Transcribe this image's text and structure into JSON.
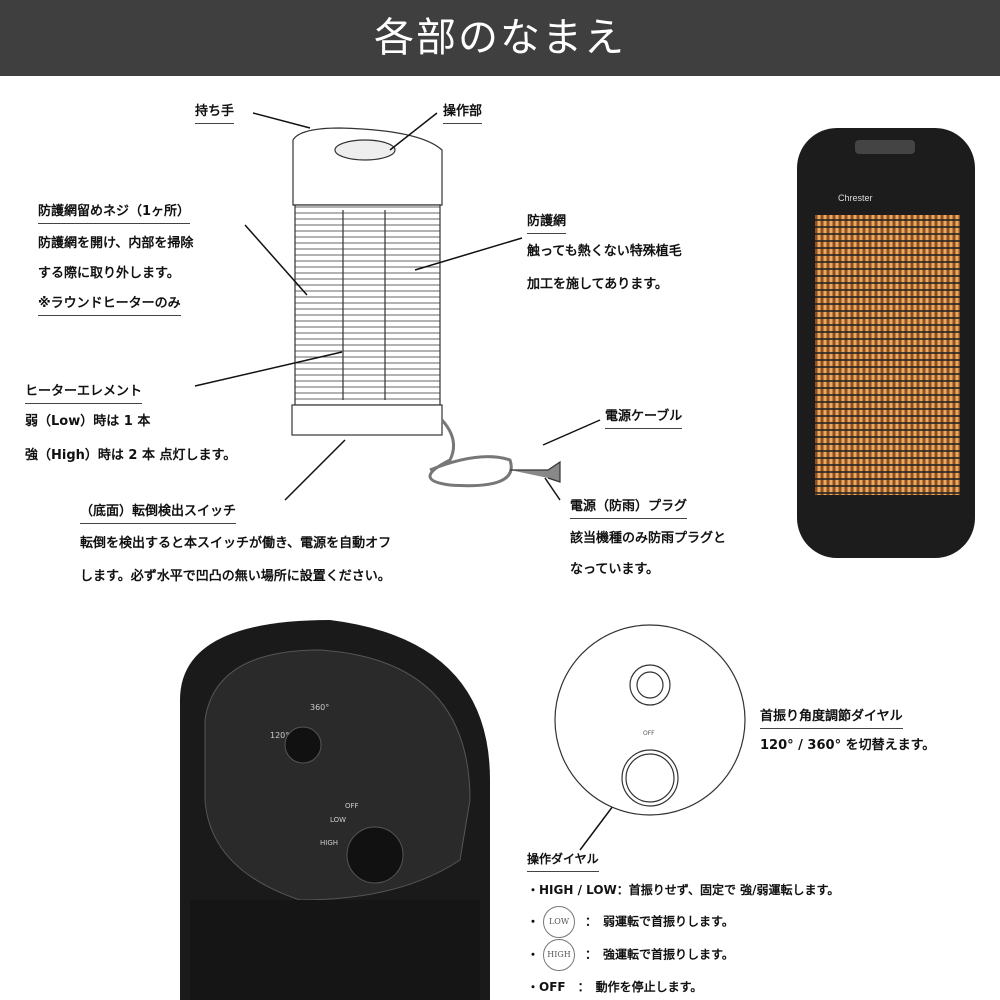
{
  "title": "各部のなまえ",
  "labels": {
    "handle": "持ち手",
    "control": "操作部",
    "screw_title": "防護網留めネジ（1ヶ所）",
    "screw_l1": "防護網を開け、内部を掃除",
    "screw_l2": "する際に取り外します。",
    "screw_l3": "※ラウンドヒーターのみ",
    "guard_title": "防護網",
    "guard_l1": "触っても熱くない特殊植毛",
    "guard_l2": "加工を施してあります。",
    "element_title": "ヒーターエレメント",
    "element_l1": "弱（Low）時は 1 本",
    "element_l2": "強（High）時は 2 本 点灯します。",
    "cable": "電源ケーブル",
    "plug_title": "電源（防雨）プラグ",
    "plug_l1": "該当機種のみ防雨プラグと",
    "plug_l2": "なっています。",
    "tip_title": "（底面）転倒検出スイッチ",
    "tip_l1": "転倒を検出すると本スイッチが働き、電源を自動オフ",
    "tip_l2": "します。必ず水平で凹凸の無い場所に設置ください。",
    "swing_title": "首振り角度調節ダイヤル",
    "swing_l1": "120° / 360° を切替えます。",
    "dial_title": "操作ダイヤル",
    "dial_l1": "・HIGH / LOW：首振りせず、固定で 強/弱運転します。",
    "dial_l2_icon": "LOW",
    "dial_l2": "：　弱運転で首振りします。",
    "dial_l3_icon": "HIGH",
    "dial_l3": "：　強運転で首振りします。",
    "dial_l4": "・OFF　：　動作を停止します。"
  },
  "photo": {
    "brand": "Chrester",
    "dial_120": "120°",
    "dial_360": "360°",
    "off": "OFF",
    "low": "LOW",
    "high": "HIGH"
  },
  "colors": {
    "header": "#3f3f3f",
    "glow": "#f0a040",
    "body": "#1c1c1c"
  }
}
